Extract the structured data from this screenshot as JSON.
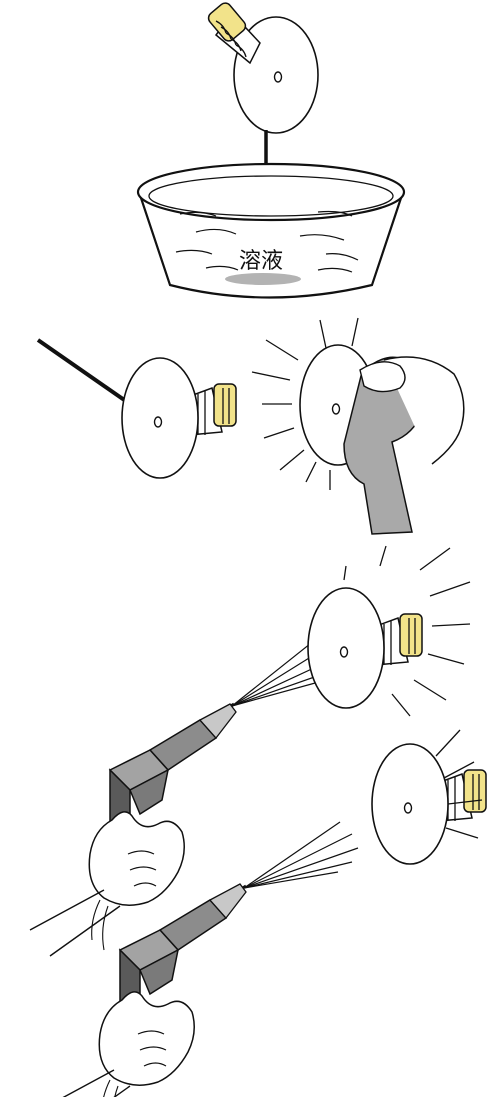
{
  "steps": [
    {
      "id": "soak",
      "label": "溶液"
    },
    {
      "id": "brush-and-wipe"
    },
    {
      "id": "air-gun-blow-front"
    },
    {
      "id": "air-gun-blow-back"
    }
  ],
  "colors": {
    "stroke": "#111111",
    "gun_body": "#8c8c8c",
    "gun_dark": "#5a5a5a",
    "cloth": "#a9a9a9",
    "thread_accent": "#f2e38a",
    "solution_spot": "#b3b3b3"
  }
}
